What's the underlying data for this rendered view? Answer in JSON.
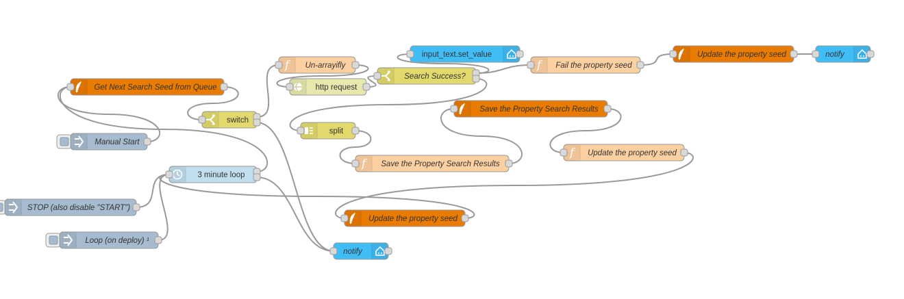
{
  "colors": {
    "change": "#e2d96e",
    "function": "#fdd0a2",
    "http": "#e7e7ae",
    "split": "#e2d96e",
    "home_assistant": "#3fadb5",
    "notify": "#41bdf5",
    "inject": "#a6bbcf",
    "loop": "#c0deed",
    "ha_service": "#41bdf5",
    "orange": "#e97b00",
    "wire": "#999999"
  },
  "nodes": [
    {
      "id": "get-seed",
      "label": "Get Next Search Seed from Queue",
      "kind": "orange",
      "icon": "feather-icon",
      "italic": true,
      "in": true,
      "out": true
    },
    {
      "id": "manual-start",
      "label": "Manual Start",
      "kind": "inject",
      "icon": "inject-arrow-icon",
      "italic": true,
      "in": false,
      "out": true,
      "button": true
    },
    {
      "id": "stop",
      "label": "STOP (also disable \"START\")",
      "kind": "inject",
      "icon": "inject-arrow-icon",
      "italic": true,
      "in": false,
      "out": true,
      "button": true
    },
    {
      "id": "loop-deploy",
      "label": "Loop (on deploy) ¹",
      "kind": "inject",
      "icon": "inject-arrow-icon",
      "italic": true,
      "in": false,
      "out": true,
      "button": true
    },
    {
      "id": "three-min",
      "label": "3 minute loop",
      "kind": "loop",
      "icon": "timer-icon",
      "italic": false,
      "in": true,
      "out": true,
      "outs": 2
    },
    {
      "id": "switch",
      "label": "switch",
      "kind": "change",
      "icon": "switch-icon",
      "italic": false,
      "in": true,
      "out": true,
      "outs": 2
    },
    {
      "id": "unarray",
      "label": "Un-arrayifly",
      "kind": "function",
      "icon": "function-icon",
      "italic": true,
      "in": true,
      "out": true
    },
    {
      "id": "http",
      "label": "http request",
      "kind": "http",
      "icon": "globe-icon",
      "italic": false,
      "in": true,
      "out": true
    },
    {
      "id": "split",
      "label": "split",
      "kind": "split",
      "icon": "split-icon",
      "italic": false,
      "in": true,
      "out": true
    },
    {
      "id": "search-success",
      "label": "Search Success?",
      "kind": "change",
      "icon": "switch-icon",
      "italic": true,
      "in": true,
      "out": true,
      "outs": 2
    },
    {
      "id": "input-text",
      "label": "input_text.set_value",
      "kind": "ha_service",
      "icon": "home-assistant-icon",
      "italic": false,
      "in": true,
      "out": true,
      "iconRight": true
    },
    {
      "id": "fail-seed",
      "label": "Fail the property seed",
      "kind": "function",
      "icon": "function-icon",
      "italic": true,
      "in": true,
      "out": true
    },
    {
      "id": "update-seed-top",
      "label": "Update the property seed",
      "kind": "orange",
      "icon": "feather-icon",
      "italic": true,
      "in": true,
      "out": true
    },
    {
      "id": "notify-top",
      "label": "notify",
      "kind": "notify",
      "icon": "home-assistant-icon",
      "italic": true,
      "in": true,
      "out": true,
      "iconRight": true
    },
    {
      "id": "save-results-orange",
      "label": "Save the Property Search Results",
      "kind": "orange",
      "icon": "feather-icon",
      "italic": true,
      "in": true,
      "out": true
    },
    {
      "id": "save-results-fn",
      "label": "Save the Property Search Results",
      "kind": "function",
      "icon": "function-icon",
      "italic": true,
      "in": true,
      "out": true
    },
    {
      "id": "update-seed-fn",
      "label": "Update the property seed",
      "kind": "function",
      "icon": "function-icon",
      "italic": true,
      "in": true,
      "out": true
    },
    {
      "id": "update-seed-mid",
      "label": "Update the property seed",
      "kind": "orange",
      "icon": "feather-icon",
      "italic": true,
      "in": true,
      "out": true
    },
    {
      "id": "notify-bottom",
      "label": "notify",
      "kind": "notify",
      "icon": "home-assistant-icon",
      "italic": true,
      "in": true,
      "out": true,
      "iconRight": true
    }
  ]
}
